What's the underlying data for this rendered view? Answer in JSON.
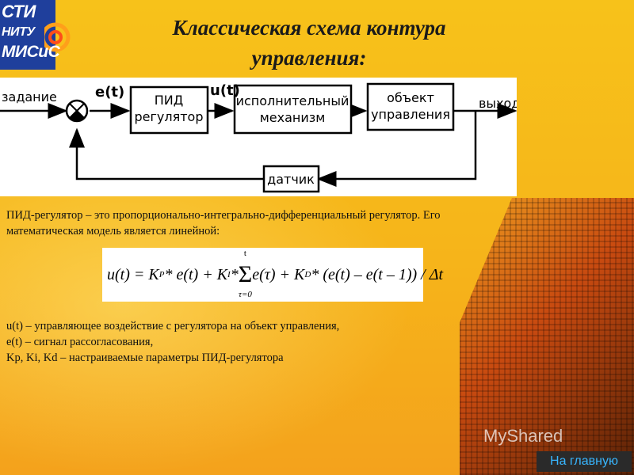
{
  "logo": {
    "line1": "СТИ",
    "line2": "НИТУ",
    "line3": "МИСиС"
  },
  "title": {
    "line1": "Классическая схема контура",
    "line2": "управления:"
  },
  "diagram": {
    "input_label": "задание",
    "error_label": "e(t)",
    "control_label": "u(t)",
    "output_label": "выход",
    "pid_block": [
      "ПИД",
      "регулятор"
    ],
    "actuator_block": [
      "исполнительный",
      "механизм"
    ],
    "plant_block": [
      "объект",
      "управления"
    ],
    "sensor_block": "датчик"
  },
  "intro": "ПИД-регулятор – это пропорционально-интегрально-дифференциальный регулятор. Его математическая модель является линейной:",
  "formula": {
    "lhs": "u(t) = K",
    "kp_sub": "P",
    "t1": " * e(t) + K",
    "ki_sub": "I",
    "t2": " * ",
    "sum_top": "t",
    "sum_bottom": "τ=0",
    "t3": "e(τ) + K",
    "kd_sub": "D",
    "t4": " * (e(t) – e(t – 1)) / Δt"
  },
  "definitions": [
    "u(t) – управляющее воздействие с регулятора на объект управления,",
    "e(t) – сигнал рассогласования,",
    "Kp, Ki, Kd – настраиваемые параметры ПИД-регулятора"
  ],
  "watermark": "MyShared",
  "home_link": "На главную"
}
